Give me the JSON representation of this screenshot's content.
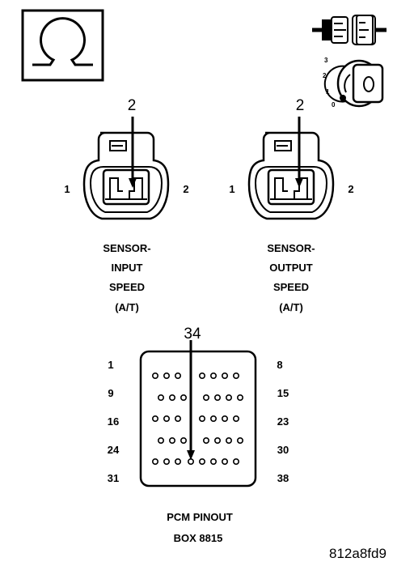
{
  "top_icons": {
    "ohm_symbol": "ohm-symbol",
    "connector": "connector-icon",
    "ignition_switch": {
      "icon": "ignition-key-icon",
      "positions": [
        "3",
        "2",
        "1",
        "0"
      ]
    }
  },
  "sensors": [
    {
      "pin_left": "1",
      "pin_right": "2",
      "probe_pin": "2",
      "name_lines": [
        "SENSOR-",
        "INPUT",
        "SPEED",
        "(A/T)"
      ]
    },
    {
      "pin_left": "1",
      "pin_right": "2",
      "probe_pin": "2",
      "name_lines": [
        "SENSOR-",
        "OUTPUT",
        "SPEED",
        "(A/T)"
      ]
    }
  ],
  "pcm": {
    "probe_pin": "34",
    "row_start_labels": [
      "1",
      "9",
      "16",
      "24",
      "31"
    ],
    "row_end_labels": [
      "8",
      "15",
      "23",
      "30",
      "38"
    ],
    "caption_line1": "PCM PINOUT",
    "caption_line2": "BOX 8815"
  },
  "figure_code": "812a8fd9"
}
